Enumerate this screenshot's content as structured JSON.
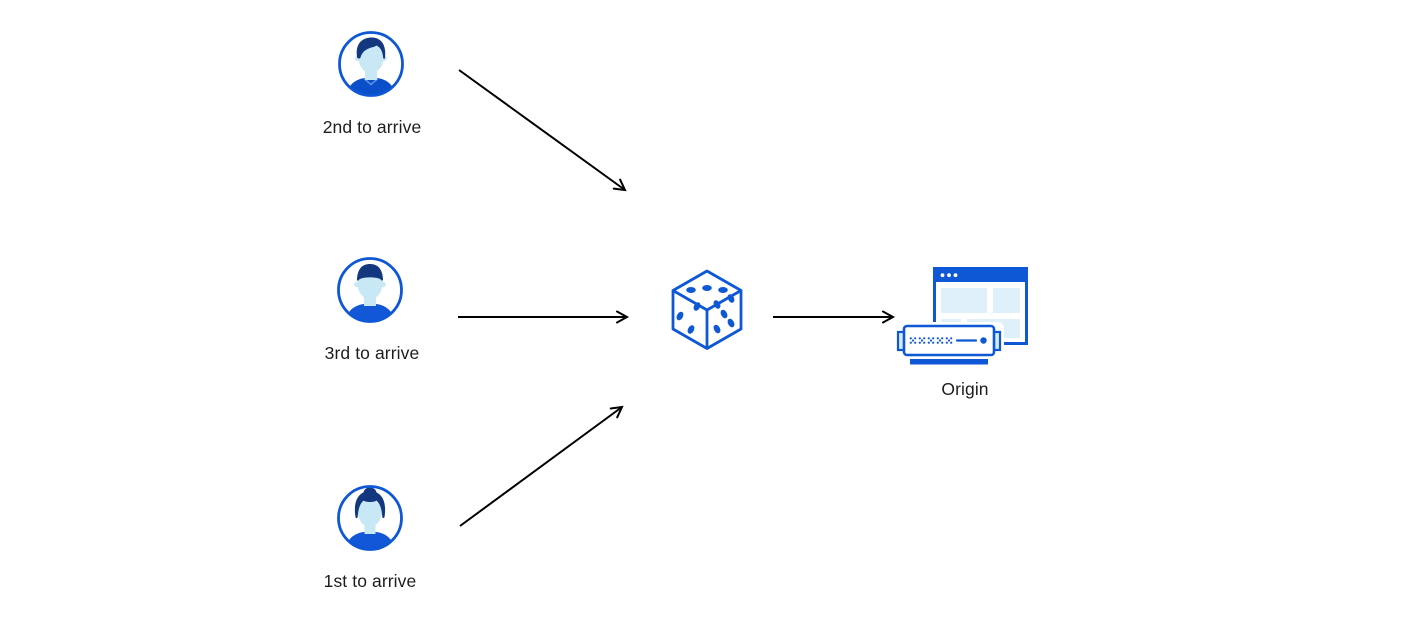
{
  "diagram": {
    "clients": [
      {
        "label": "2nd to arrive",
        "icon": "man-avatar-icon",
        "position": "top"
      },
      {
        "label": "3rd to arrive",
        "icon": "man-avatar-icon",
        "position": "middle"
      },
      {
        "label": "1st to arrive",
        "icon": "woman-avatar-icon",
        "position": "bottom"
      }
    ],
    "selector": {
      "icon": "dice-icon"
    },
    "origin": {
      "label": "Origin",
      "icons": [
        "browser-window-icon",
        "server-icon"
      ]
    },
    "connections": [
      {
        "from": "2nd to arrive",
        "to": "dice"
      },
      {
        "from": "3rd to arrive",
        "to": "dice"
      },
      {
        "from": "1st to arrive",
        "to": "dice"
      },
      {
        "from": "dice",
        "to": "Origin"
      }
    ],
    "colors": {
      "primary_blue": "#0e57d5",
      "shirt_blue_dark": "#0b4ec9",
      "shirt_blue": "#1157d8",
      "hair_navy": "#14387f",
      "skin_light_blue": "#c9e8f6",
      "panel_light_blue": "#dff0fa",
      "tab_light_blue": "#d7ecfa",
      "arrow_black": "#000000",
      "text_black": "#1d1d1f",
      "background": "#ffffff"
    }
  }
}
